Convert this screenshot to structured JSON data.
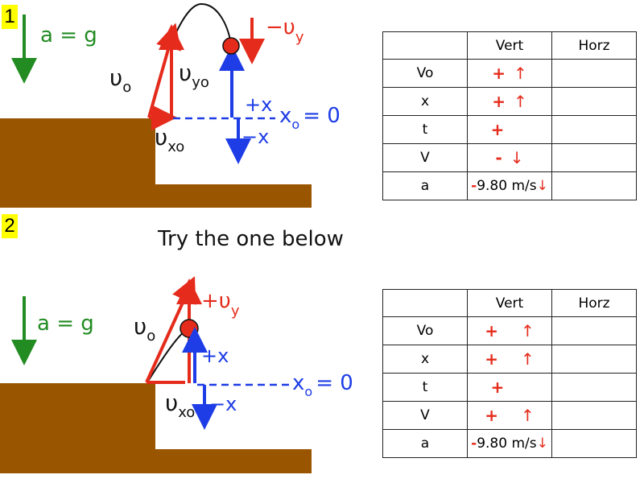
{
  "badges": {
    "first": "1",
    "second": "2"
  },
  "subtitle": "Try the one below",
  "colors": {
    "ground": "#9a5500",
    "red": "#e52b1b",
    "blue": "#1e3de6",
    "green": "#228b22",
    "badge": "#ffff00"
  },
  "diagram1": {
    "accel_label": "a = g",
    "v0_label": "υ",
    "v0_sub": "o",
    "vy0_label": "υ",
    "vy0_sub": "yo",
    "vx0_label": "υ",
    "vx0_sub": "xo",
    "neg_vy_label": "−υ",
    "neg_vy_sub": "y",
    "plus_x": "+x",
    "minus_x": "−x",
    "x0_label": "x",
    "x0_sub": "o",
    "x0_eq": "= 0"
  },
  "diagram2": {
    "accel_label": "a = g",
    "v0_label": "υ",
    "v0_sub": "o",
    "pos_vy_label": "+υ",
    "pos_vy_sub": "y",
    "vx0_label": "υ",
    "vx0_sub": "xo",
    "plus_x": "+x",
    "minus_x": "−x",
    "x0_label": "x",
    "x0_sub": "o",
    "x0_eq": "= 0"
  },
  "table1": {
    "headers": [
      "",
      "Vert",
      "Horz"
    ],
    "rows": [
      {
        "label": "Vo",
        "sign": "+",
        "arrow": "↑"
      },
      {
        "label": "x",
        "sign": "+",
        "arrow": "↑"
      },
      {
        "label": "t",
        "sign": "+",
        "arrow": ""
      },
      {
        "label": "V",
        "sign": "-",
        "arrow": "↓"
      }
    ],
    "accel": {
      "label": "a",
      "minus": "-",
      "value": "9.80 m/s",
      "arrow": "↓"
    }
  },
  "table2": {
    "headers": [
      "",
      "Vert",
      "Horz"
    ],
    "rows": [
      {
        "label": "Vo",
        "sign": "+",
        "arrow": "↑"
      },
      {
        "label": "x",
        "sign": "+",
        "arrow": "↑"
      },
      {
        "label": "t",
        "sign": "+",
        "arrow": ""
      },
      {
        "label": "V",
        "sign": "+",
        "arrow": "↑"
      }
    ],
    "accel": {
      "label": "a",
      "minus": "-",
      "value": "9.80 m/s",
      "arrow": "↓"
    }
  }
}
